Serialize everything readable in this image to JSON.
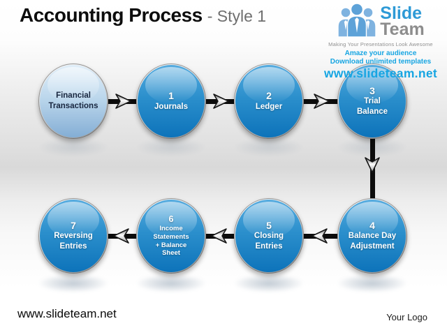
{
  "slide": {
    "title": "Accounting Process",
    "subtitle": "- Style 1",
    "footer_left": "www.slideteam.net",
    "footer_right": "Your Logo"
  },
  "logo": {
    "people_icon": "people-group-icon",
    "brand_top": "Slide",
    "brand_bottom": "Team",
    "tagline": "Making Your Presentations Look Awesome",
    "promo_line1": "Amaze your audience",
    "promo_line2": "Download unlimited templates",
    "promo_url": "www.slideteam.net",
    "colors": {
      "brand_blue": "#2E9AD6",
      "brand_gray": "#8D8D8D",
      "promo_blue": "#16A5E2"
    }
  },
  "diagram": {
    "nodes": [
      {
        "number": "",
        "label": "Financial\nTransactions"
      },
      {
        "number": "1",
        "label": "Journals"
      },
      {
        "number": "2",
        "label": "Ledger"
      },
      {
        "number": "3",
        "label": "Trial\nBalance"
      },
      {
        "number": "7",
        "label": "Reversing\nEntries"
      },
      {
        "number": "6",
        "label": "Income\nStatements\n+ Balance\nSheet"
      },
      {
        "number": "5",
        "label": "Closing\nEntries"
      },
      {
        "number": "4",
        "label": "Balance Day\nAdjustment"
      }
    ],
    "connections": [
      {
        "from": "Financial Transactions",
        "to": "Journals",
        "direction": "right",
        "icon": "arrow-right-icon"
      },
      {
        "from": "Journals",
        "to": "Ledger",
        "direction": "right",
        "icon": "arrow-right-icon"
      },
      {
        "from": "Ledger",
        "to": "Trial Balance",
        "direction": "right",
        "icon": "arrow-right-icon"
      },
      {
        "from": "Trial Balance",
        "to": "Balance Day Adjustment",
        "direction": "down",
        "icon": "arrow-down-icon"
      },
      {
        "from": "Balance Day Adjustment",
        "to": "Closing Entries",
        "direction": "left",
        "icon": "arrow-left-icon"
      },
      {
        "from": "Closing Entries",
        "to": "Income Statements + Balance Sheet",
        "direction": "left",
        "icon": "arrow-left-icon"
      },
      {
        "from": "Income Statements + Balance Sheet",
        "to": "Reversing Entries",
        "direction": "left",
        "icon": "arrow-left-icon"
      }
    ],
    "colors": {
      "node_blue_top": "#55ABDF",
      "node_blue_bottom": "#0D73BA",
      "node_light_top": "#E0EEF9",
      "node_light_bottom": "#84AED5",
      "ring_silver": "#D9D9D9",
      "ring_dark": "#111111",
      "connector_black": "#0C0C0C"
    }
  }
}
